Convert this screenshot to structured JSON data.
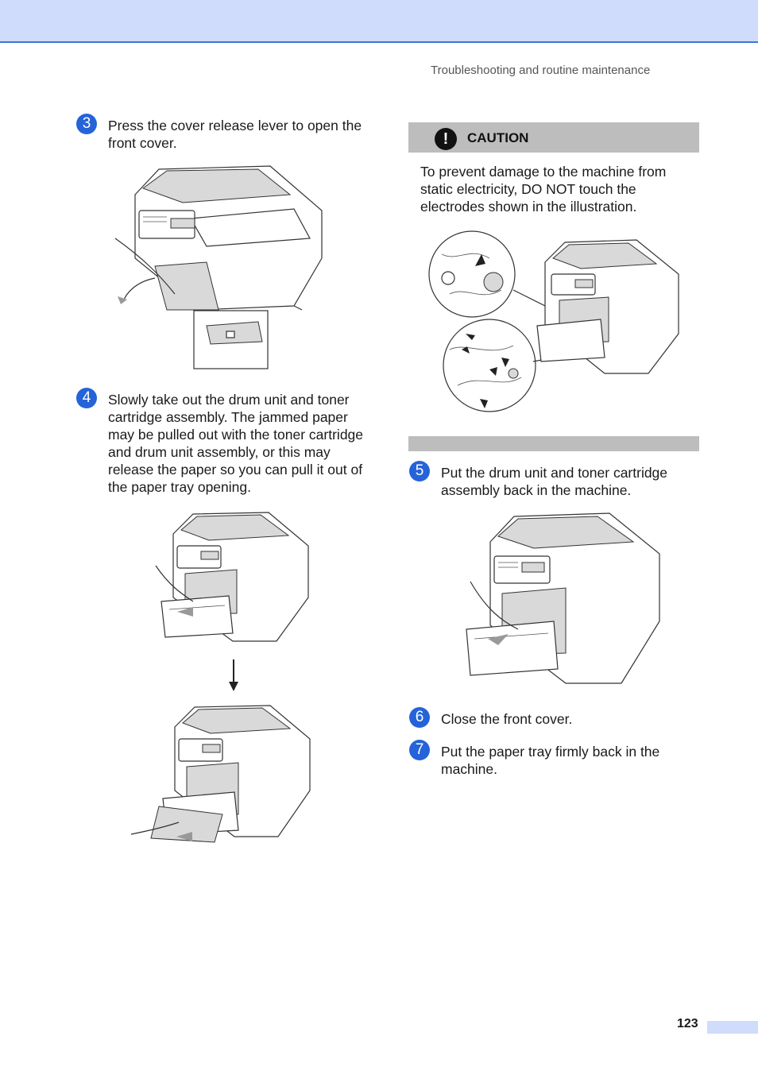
{
  "header": {
    "section_title": "Troubleshooting and routine maintenance"
  },
  "steps": [
    {
      "number": "3",
      "text": "Press the cover release lever to open the front cover."
    },
    {
      "number": "4",
      "text": "Slowly take out the drum unit and toner cartridge assembly. The jammed paper may be pulled out with the toner cartridge and drum unit assembly, or this may release the paper so you can pull it out of the paper tray opening."
    },
    {
      "number": "5",
      "text": "Put the drum unit and toner cartridge assembly back in the machine."
    },
    {
      "number": "6",
      "text": "Close the front cover."
    },
    {
      "number": "7",
      "text": "Put the paper tray firmly back in the machine."
    }
  ],
  "caution": {
    "icon": "exclamation-icon",
    "title": "CAUTION",
    "body": "To prevent damage to the machine from static electricity, DO NOT touch the electrodes shown in the illustration."
  },
  "footer": {
    "page_number": "123"
  },
  "colors": {
    "accent_blue": "#2563d9",
    "header_band": "#cfdcfb",
    "caution_gray": "#bdbdbd"
  }
}
